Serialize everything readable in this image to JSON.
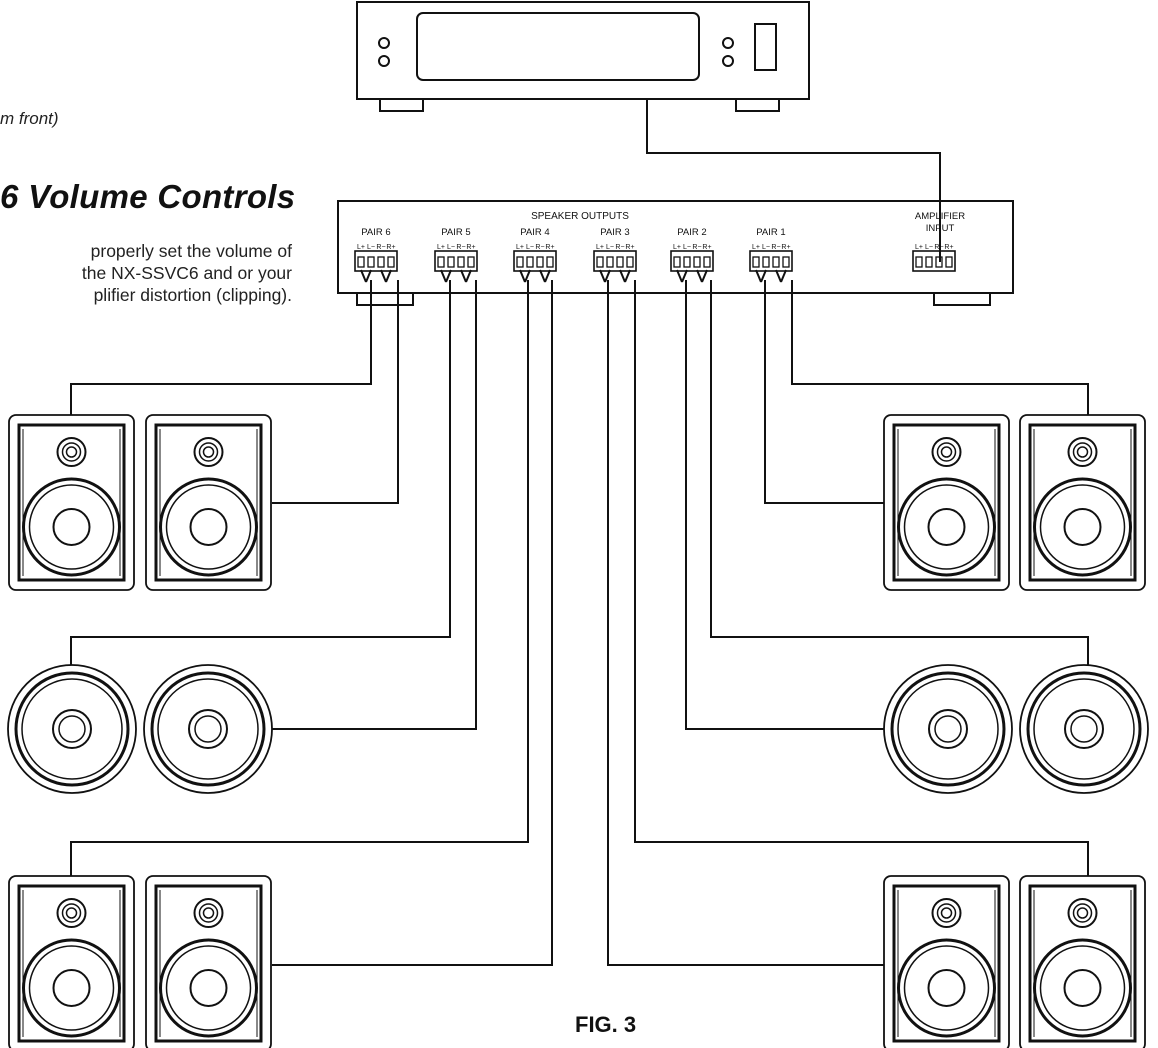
{
  "side_text": {
    "front_caption": "m front)",
    "heading": "6 Volume Controls",
    "paragraph_lines": [
      "properly set the volume of",
      "the NX-SSVC6 and or your",
      "plifier distortion (clipping)."
    ]
  },
  "controller": {
    "section_label": "SPEAKER OUTPUTS",
    "amp_label_line1": "AMPLIFIER",
    "amp_label_line2": "INPUT",
    "pairs": [
      {
        "label": "PAIR 6"
      },
      {
        "label": "PAIR 5"
      },
      {
        "label": "PAIR 4"
      },
      {
        "label": "PAIR 3"
      },
      {
        "label": "PAIR 2"
      },
      {
        "label": "PAIR 1"
      }
    ],
    "terminal_labels": [
      "L+",
      "L−",
      "R−",
      "R+"
    ],
    "amp_terminal_labels": [
      "L+",
      "L−",
      "R−",
      "R+"
    ]
  },
  "figure_caption": "FIG. 3"
}
